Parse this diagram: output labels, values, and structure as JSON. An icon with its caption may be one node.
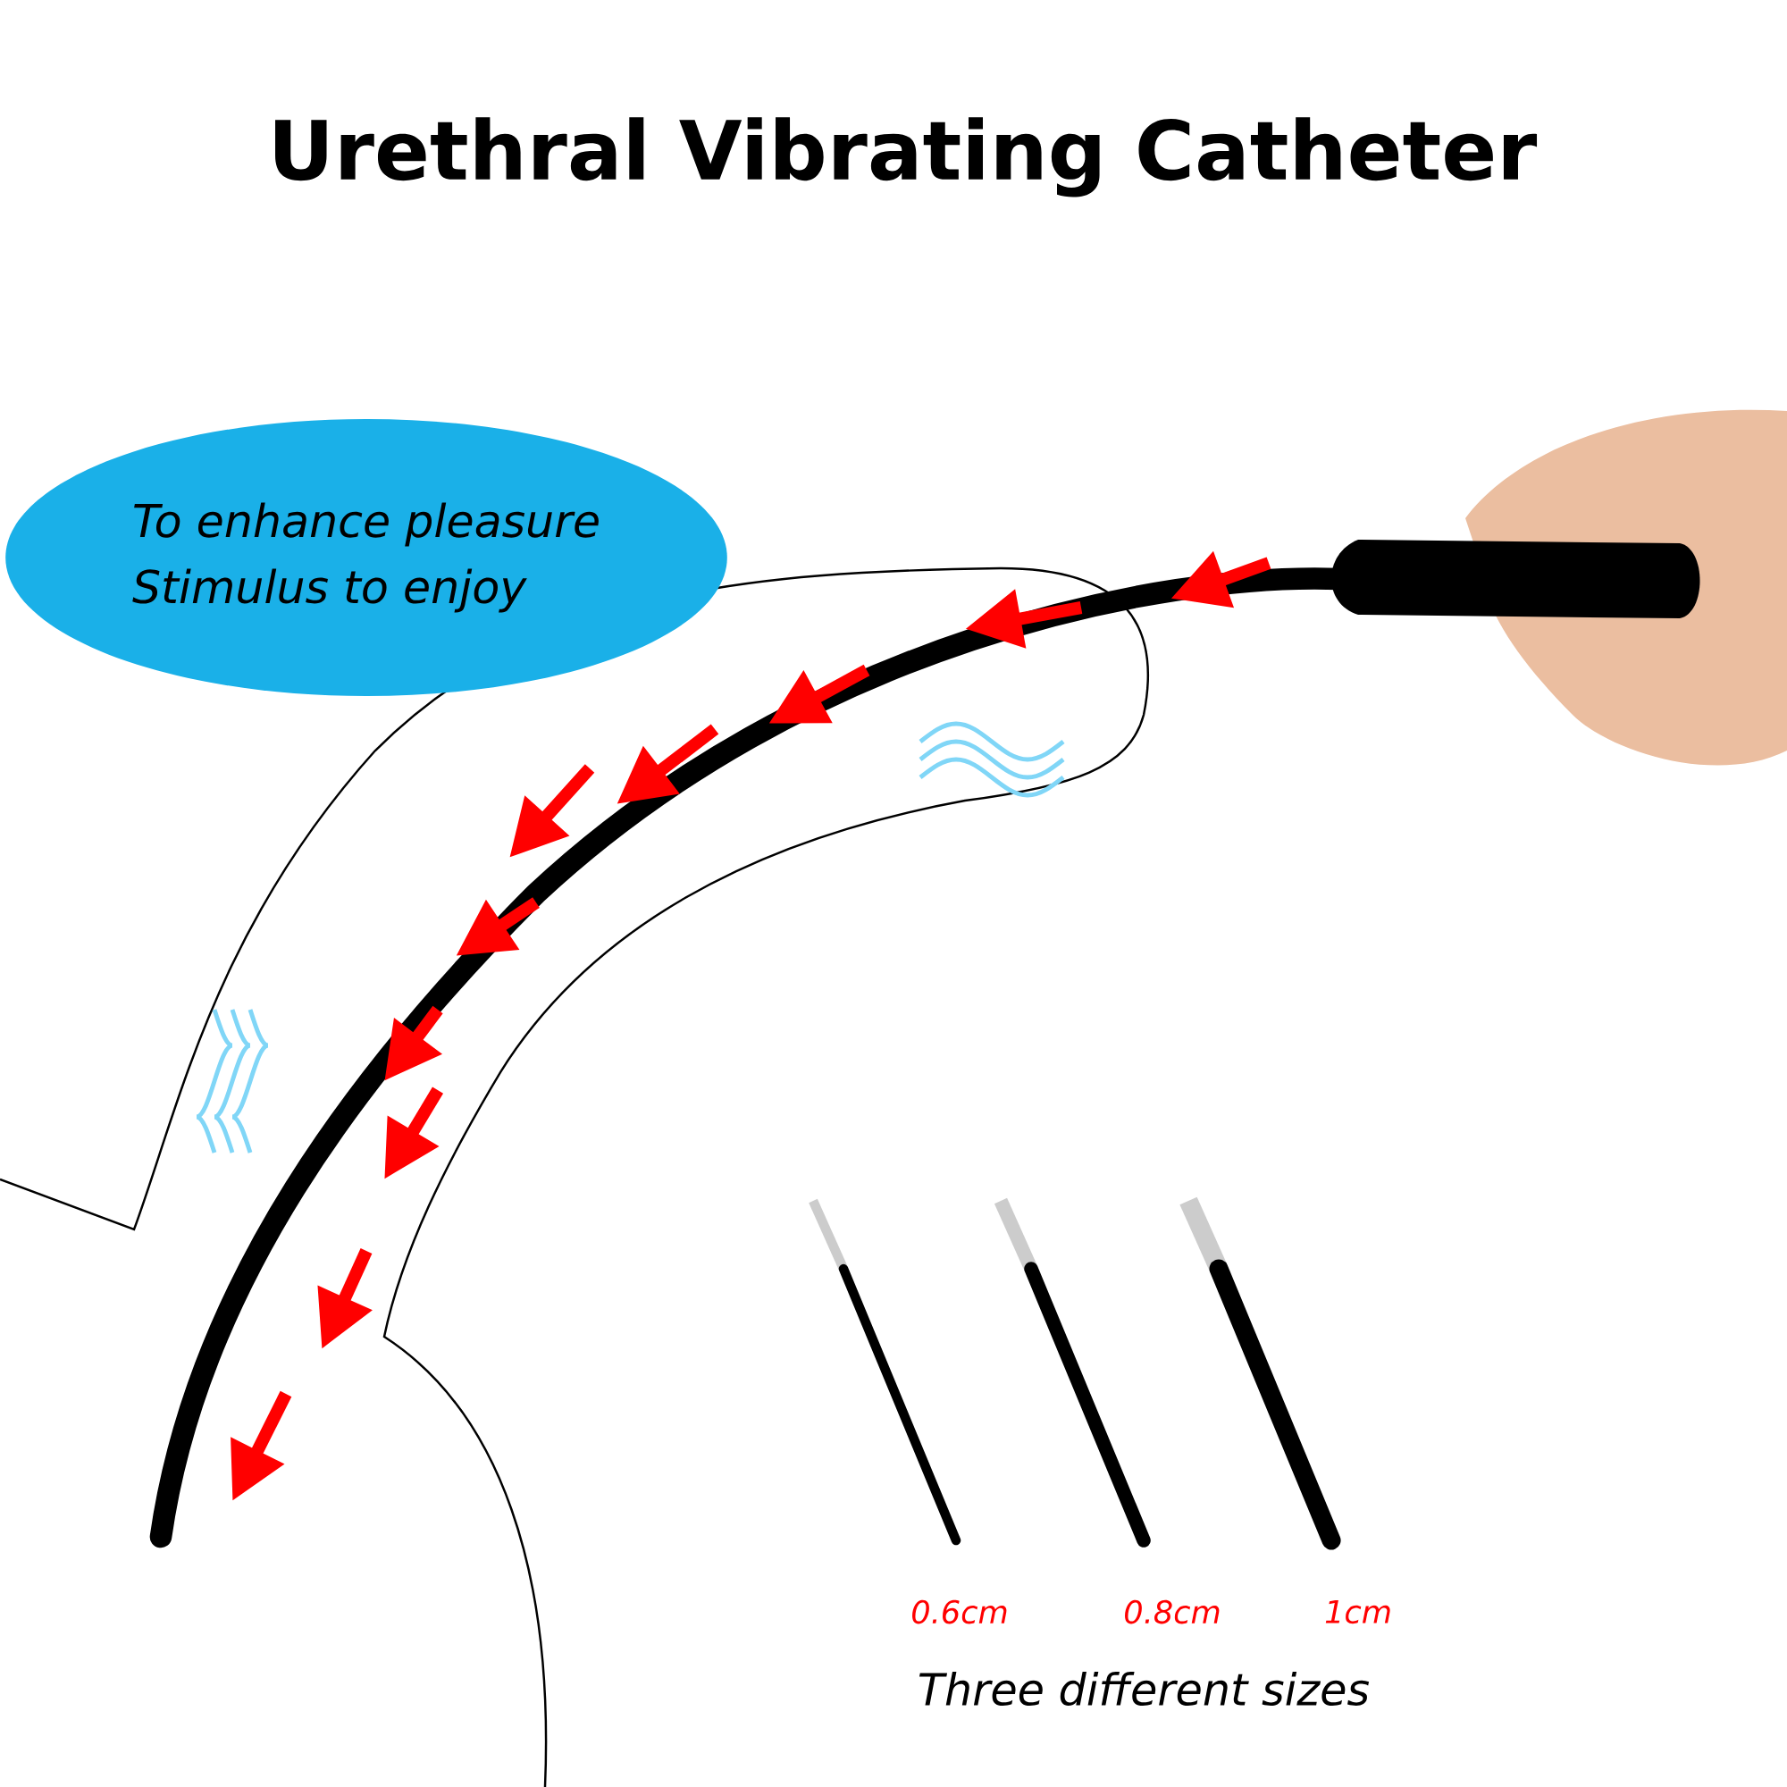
{
  "diagram": {
    "title": "Urethral Vibrating Catheter",
    "nodes": [
      {
        "text": [
          "To enhance pleasure",
          "Stimulus to enjoy"
        ]
      }
    ],
    "labels": [
      "0.6cm",
      "0.8cm",
      "1cm",
      "Three different sizes"
    ]
  }
}
